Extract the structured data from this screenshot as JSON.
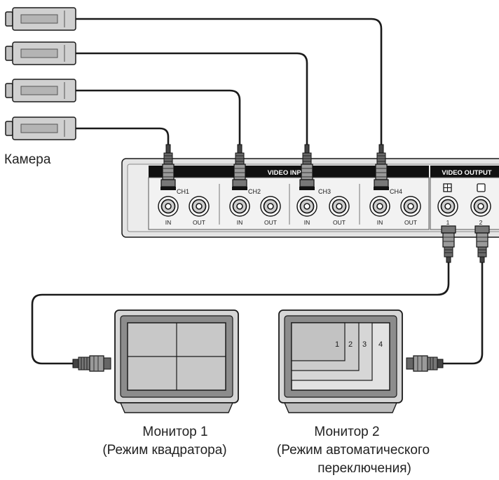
{
  "labels": {
    "camera": "Камера",
    "video_input": "VIDEO INPUT",
    "video_output": "VIDEO OUTPUT",
    "channels": [
      {
        "name": "CH1",
        "in": "IN",
        "out": "OUT"
      },
      {
        "name": "CH2",
        "in": "IN",
        "out": "OUT"
      },
      {
        "name": "CH3",
        "in": "IN",
        "out": "OUT"
      },
      {
        "name": "CH4",
        "in": "IN",
        "out": "OUT"
      }
    ],
    "outputs": [
      {
        "number": "1",
        "icon": "quad-screen-icon"
      },
      {
        "number": "2",
        "icon": "single-screen-icon"
      }
    ],
    "monitor1": {
      "title": "Монитор 1",
      "mode": "(Режим квадратора)"
    },
    "monitor2": {
      "title": "Монитор 2",
      "mode_line1": "(Режим автоматического",
      "mode_line2": "переключения)"
    },
    "sequence_numbers": [
      "1",
      "2",
      "3",
      "4"
    ]
  },
  "colors": {
    "device_body": "#e4e4e4",
    "label_bar": "#111111",
    "camera_body": "#d0d0d0",
    "monitor_frame": "#d6d6d6",
    "screen": "#c8c8c8"
  }
}
